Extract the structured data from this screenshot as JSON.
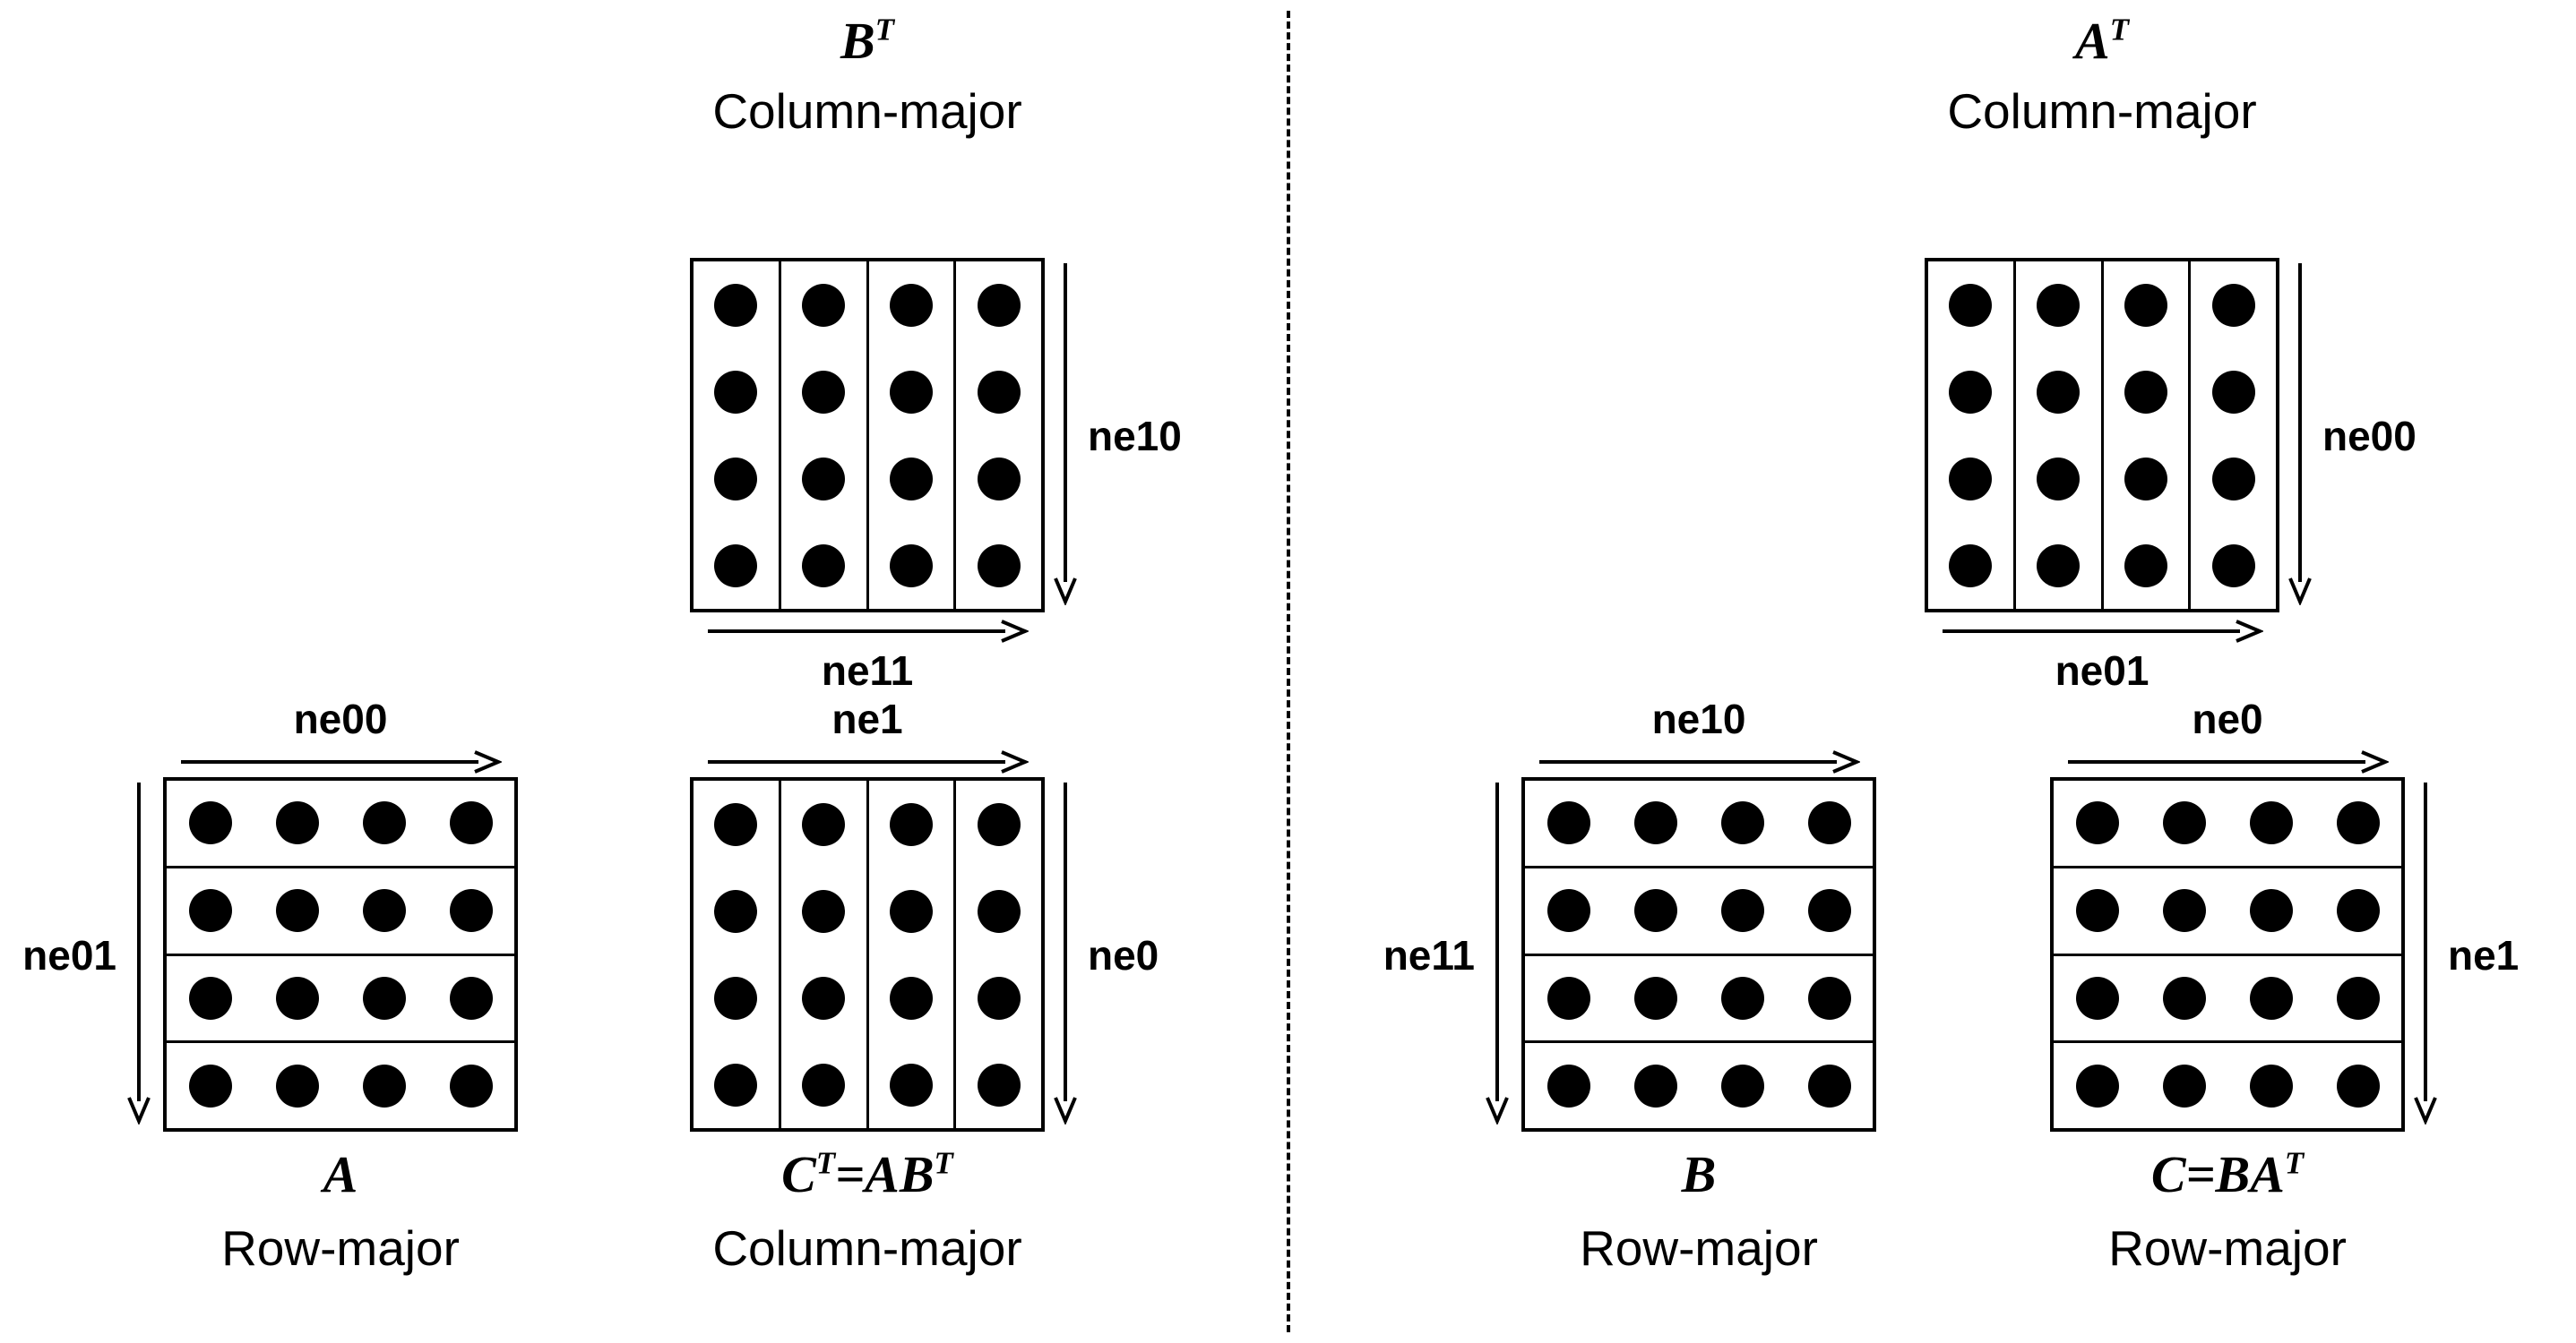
{
  "colors": {
    "ink": "#000000",
    "background": "#ffffff"
  },
  "panels": {
    "left": {
      "top": {
        "title": {
          "seg1": "B",
          "sup1": "T"
        },
        "layout": "Column-major",
        "matrix": {
          "orientation": "column",
          "rows": 4,
          "cols": 4
        },
        "right_arrow_label": "ne10",
        "bottom_arrow_label": "ne11"
      },
      "bottom_left": {
        "title": {
          "seg1": "A"
        },
        "layout": "Row-major",
        "matrix": {
          "orientation": "row",
          "rows": 4,
          "cols": 4
        },
        "top_arrow_label": "ne00",
        "left_arrow_label": "ne01"
      },
      "bottom_right": {
        "title": {
          "seg1": "C",
          "sup1": "T",
          "seg2": "=AB",
          "sup2": "T"
        },
        "layout": "Column-major",
        "matrix": {
          "orientation": "column",
          "rows": 4,
          "cols": 4
        },
        "top_arrow_label": "ne1",
        "right_arrow_label": "ne0"
      }
    },
    "right": {
      "top": {
        "title": {
          "seg1": "A",
          "sup1": "T"
        },
        "layout": "Column-major",
        "matrix": {
          "orientation": "column",
          "rows": 4,
          "cols": 4
        },
        "right_arrow_label": "ne00",
        "bottom_arrow_label": "ne01"
      },
      "bottom_left": {
        "title": {
          "seg1": "B"
        },
        "layout": "Row-major",
        "matrix": {
          "orientation": "row",
          "rows": 4,
          "cols": 4
        },
        "top_arrow_label": "ne10",
        "left_arrow_label": "ne11"
      },
      "bottom_right": {
        "title": {
          "seg1": "C=BA",
          "sup1": "T"
        },
        "layout": "Row-major",
        "matrix": {
          "orientation": "row",
          "rows": 4,
          "cols": 4
        },
        "top_arrow_label": "ne0",
        "right_arrow_label": "ne1"
      }
    }
  }
}
